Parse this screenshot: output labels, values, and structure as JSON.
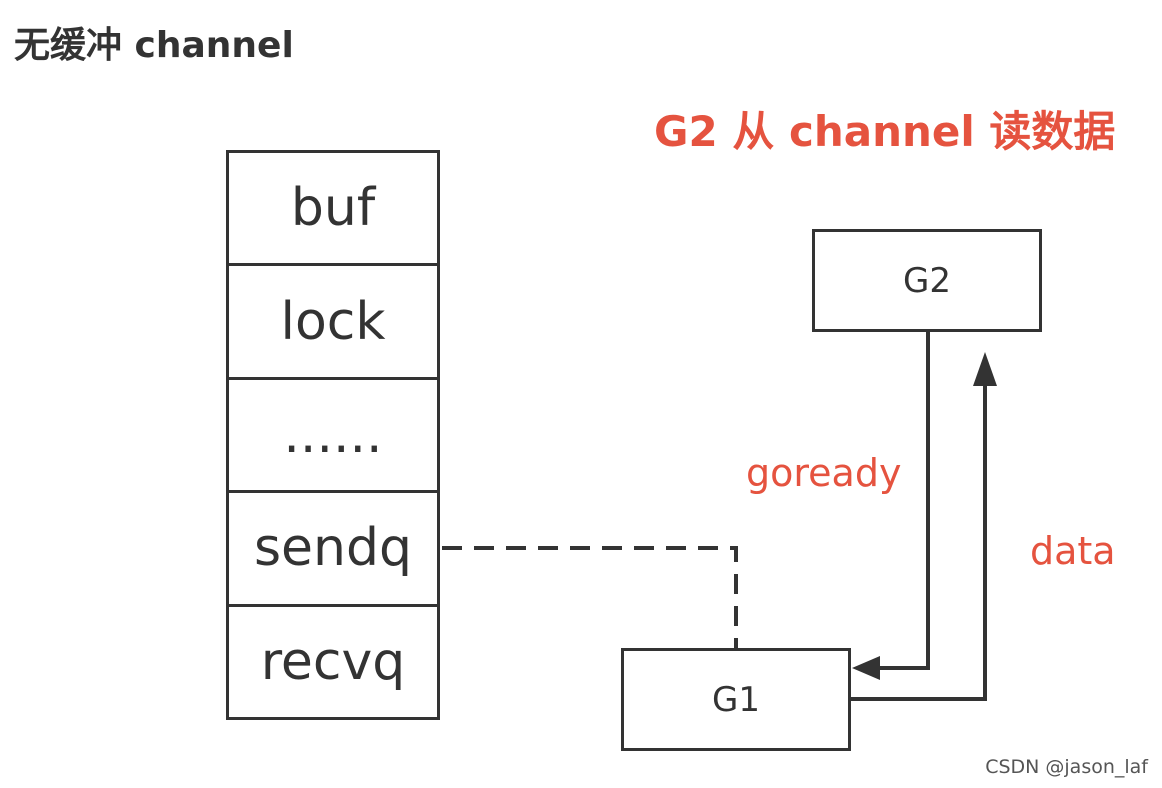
{
  "heading": "无缓冲 channel",
  "subheading": "G2 从 channel 读数据",
  "channel_struct": {
    "fields": [
      "buf",
      "lock",
      "......",
      "sendq",
      "recvq"
    ]
  },
  "nodes": {
    "g2": "G2",
    "g1": "G1"
  },
  "edges": {
    "goready": "goready",
    "data": "data"
  },
  "colors": {
    "stroke": "#333333",
    "accent": "#e5533f"
  },
  "watermark": "CSDN @jason_laf"
}
